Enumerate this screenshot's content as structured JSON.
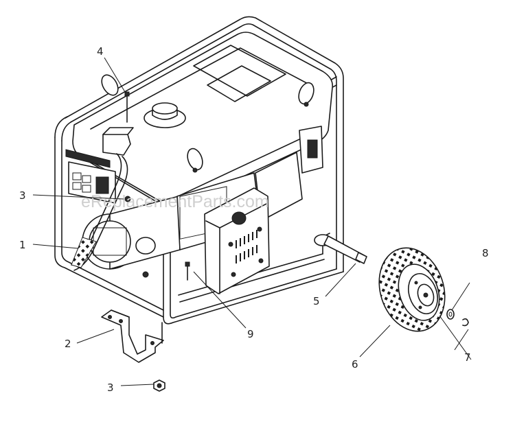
{
  "watermark": "eReplacementParts.com",
  "callouts": [
    {
      "id": "1",
      "label": "1"
    },
    {
      "id": "2",
      "label": "2"
    },
    {
      "id": "3a",
      "label": "3"
    },
    {
      "id": "3b",
      "label": "3"
    },
    {
      "id": "4",
      "label": "4"
    },
    {
      "id": "5",
      "label": "5"
    },
    {
      "id": "6",
      "label": "6"
    },
    {
      "id": "7",
      "label": "7"
    },
    {
      "id": "8",
      "label": "8"
    },
    {
      "id": "9",
      "label": "9"
    }
  ]
}
